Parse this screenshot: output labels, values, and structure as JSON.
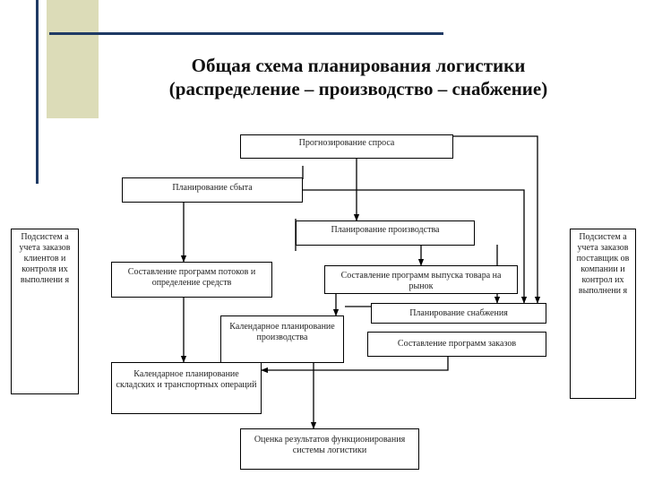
{
  "title": {
    "line1": "Общая схема планирования логистики",
    "line2": "(распределение – производство – снабжение)"
  },
  "boxes": {
    "forecast": "Прогнозирование спроса",
    "sales_planning": "Планирование сбыта",
    "production_planning": "Планирование производства",
    "left_subsystem": "Подсистем а учета заказов клиентов и контроля их выполнени я",
    "right_subsystem": "Подсистем а учета заказов поставщик ов компании и контрол их выполнени я",
    "flow_programs": "Составление программ потоков и определение средств",
    "release_program": "Составление программ выпуска товара на рынок",
    "supply_planning": "Планирование снабжения",
    "calendar_production": "Календарное планирование производства",
    "order_programs": "Составление программ заказов",
    "warehouse_calendar": "Календарное планирование складских и транспортных операций",
    "evaluation": "Оценка результатов функционирования системы логистики"
  }
}
